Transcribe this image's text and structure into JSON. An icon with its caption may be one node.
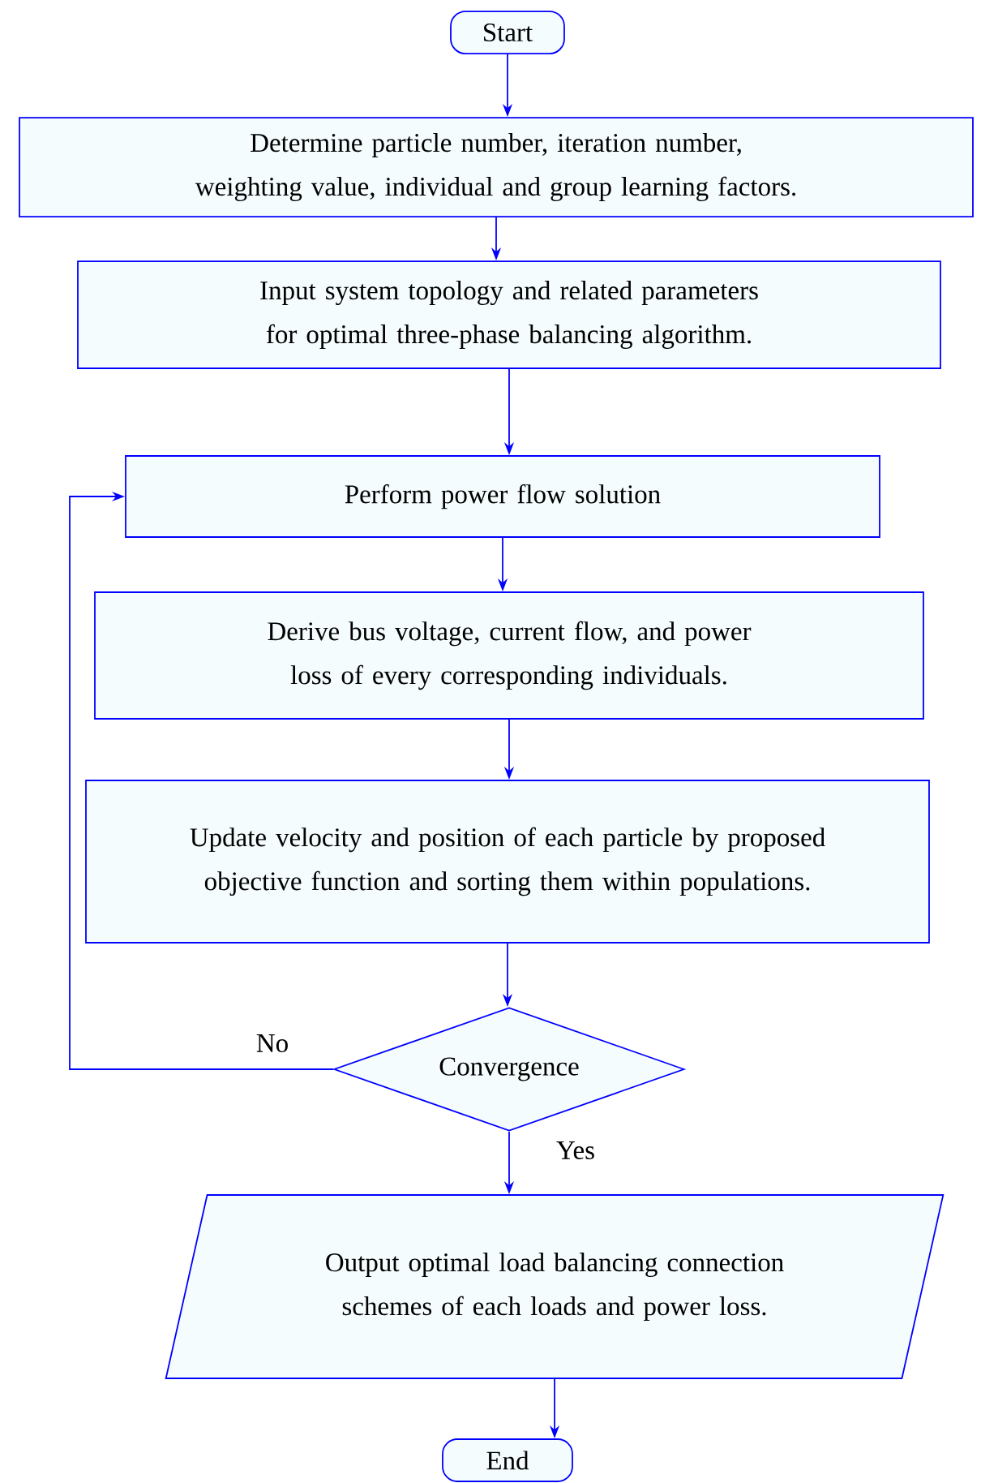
{
  "diagram": {
    "nodes": [
      {
        "text": [
          "Start"
        ]
      },
      {
        "text": [
          "Determine particle number, iteration number, weighting value, individual and group learning factors."
        ]
      },
      {
        "text": [
          "Input system topology and related parameters for optimal three-phase balancing algorithm."
        ]
      },
      {
        "text": [
          "Perform power flow solution"
        ]
      },
      {
        "text": [
          "Derive bus voltage, current flow, and power loss of every corresponding individuals."
        ]
      },
      {
        "text": [
          "Update velocity and position of each particle by proposed objective function and sorting them within populations."
        ]
      },
      {
        "text": [
          "Convergence"
        ]
      },
      {
        "text": [
          "Output optimal load balancing connection schemes of each loads and power loss."
        ]
      },
      {
        "text": [
          "End"
        ]
      }
    ],
    "edges": [
      {
        "from": 0,
        "to": 1,
        "arrow": "to"
      },
      {
        "from": 1,
        "to": 2,
        "arrow": "to"
      },
      {
        "from": 2,
        "to": 3,
        "arrow": "to"
      },
      {
        "from": 3,
        "to": 4,
        "arrow": "to"
      },
      {
        "from": 4,
        "to": 5,
        "arrow": "to"
      },
      {
        "from": 5,
        "to": 6,
        "arrow": "to"
      },
      {
        "from": 6,
        "to": 3,
        "arrow": "to",
        "label": "No"
      },
      {
        "from": 6,
        "to": 7,
        "arrow": "to",
        "label": "Yes"
      },
      {
        "from": 7,
        "to": 8,
        "arrow": "to"
      }
    ]
  }
}
